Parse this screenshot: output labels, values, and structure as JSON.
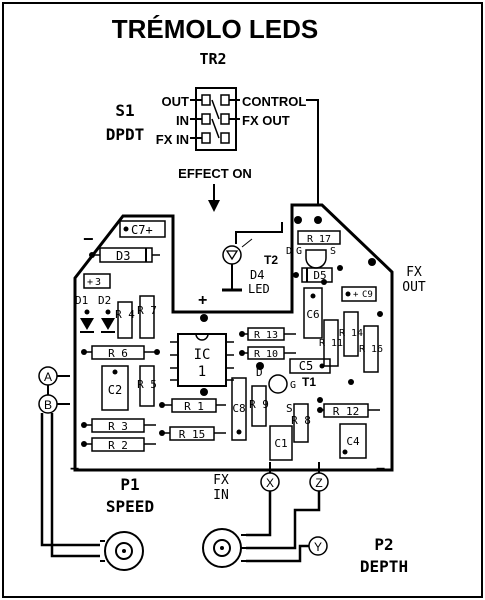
{
  "title": "TRÉMOLO LEDS",
  "switch": {
    "ref": "TR2",
    "name": "S1",
    "type": "DPDT",
    "pins": [
      "OUT",
      "IN",
      "FX IN",
      "CONTROL",
      "FX OUT"
    ],
    "effect_on": "EFFECT ON"
  },
  "board": {
    "labels": {
      "C7": "C7+",
      "D3": "D3",
      "C3": "3",
      "D1": "D1",
      "D2": "D2",
      "R4": "R 4",
      "R7": "R 7",
      "R6": "R 6",
      "C2": "C2",
      "R5": "R 5",
      "IC1": "IC",
      "IC1b": "1",
      "R13": "R 13",
      "R10": "R 10",
      "C5": "C5",
      "C8": "C8",
      "R9": "R 9",
      "R1": "R 1",
      "R3": "R 3",
      "R2": "R 2",
      "R15": "R 15",
      "C1": "C1",
      "R8": "R 8",
      "R12": "R 12",
      "C4": "C4",
      "R17": "R 17",
      "D5": "D5",
      "C6": "C6",
      "C9": "C9",
      "R11": "R 11",
      "R14": "R 14",
      "R16": "R 16",
      "T1": "T1",
      "T2": "T2",
      "G": "G",
      "S": "S",
      "Dlbl": "D",
      "Dlbl2": "D",
      "S2": "S",
      "D4": "D4",
      "LED": "LED",
      "plus": "+",
      "minus": "−"
    },
    "connectors": [
      "A",
      "B",
      "X",
      "Z",
      "Y"
    ]
  },
  "fx_out": [
    "FX",
    "OUT"
  ],
  "fx_in": [
    "FX",
    "IN"
  ],
  "pots": {
    "p1": {
      "name": "P1",
      "function": "SPEED"
    },
    "p2": {
      "name": "P2",
      "function": "DEPTH"
    }
  },
  "colors": {
    "ink": "#000000",
    "paper": "#ffffff"
  }
}
